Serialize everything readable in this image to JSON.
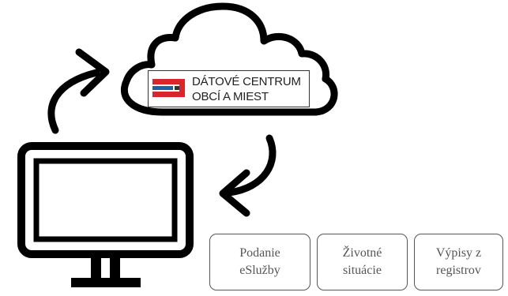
{
  "logo": {
    "line1": "DÁTOVÉ CENTRUM",
    "line2": "OBCÍ A MIEST",
    "colors": {
      "red": "#d9262b",
      "blue": "#1f5fa8",
      "dark": "#333333"
    }
  },
  "cards": [
    {
      "line1": "Podanie",
      "line2": "eSlužby"
    },
    {
      "line1": "Životné",
      "line2": "situácie"
    },
    {
      "line1": "Výpisy z",
      "line2": "registrov"
    }
  ],
  "icons": [
    "cloud-icon",
    "monitor-icon",
    "arrow-up-icon",
    "arrow-down-icon"
  ]
}
